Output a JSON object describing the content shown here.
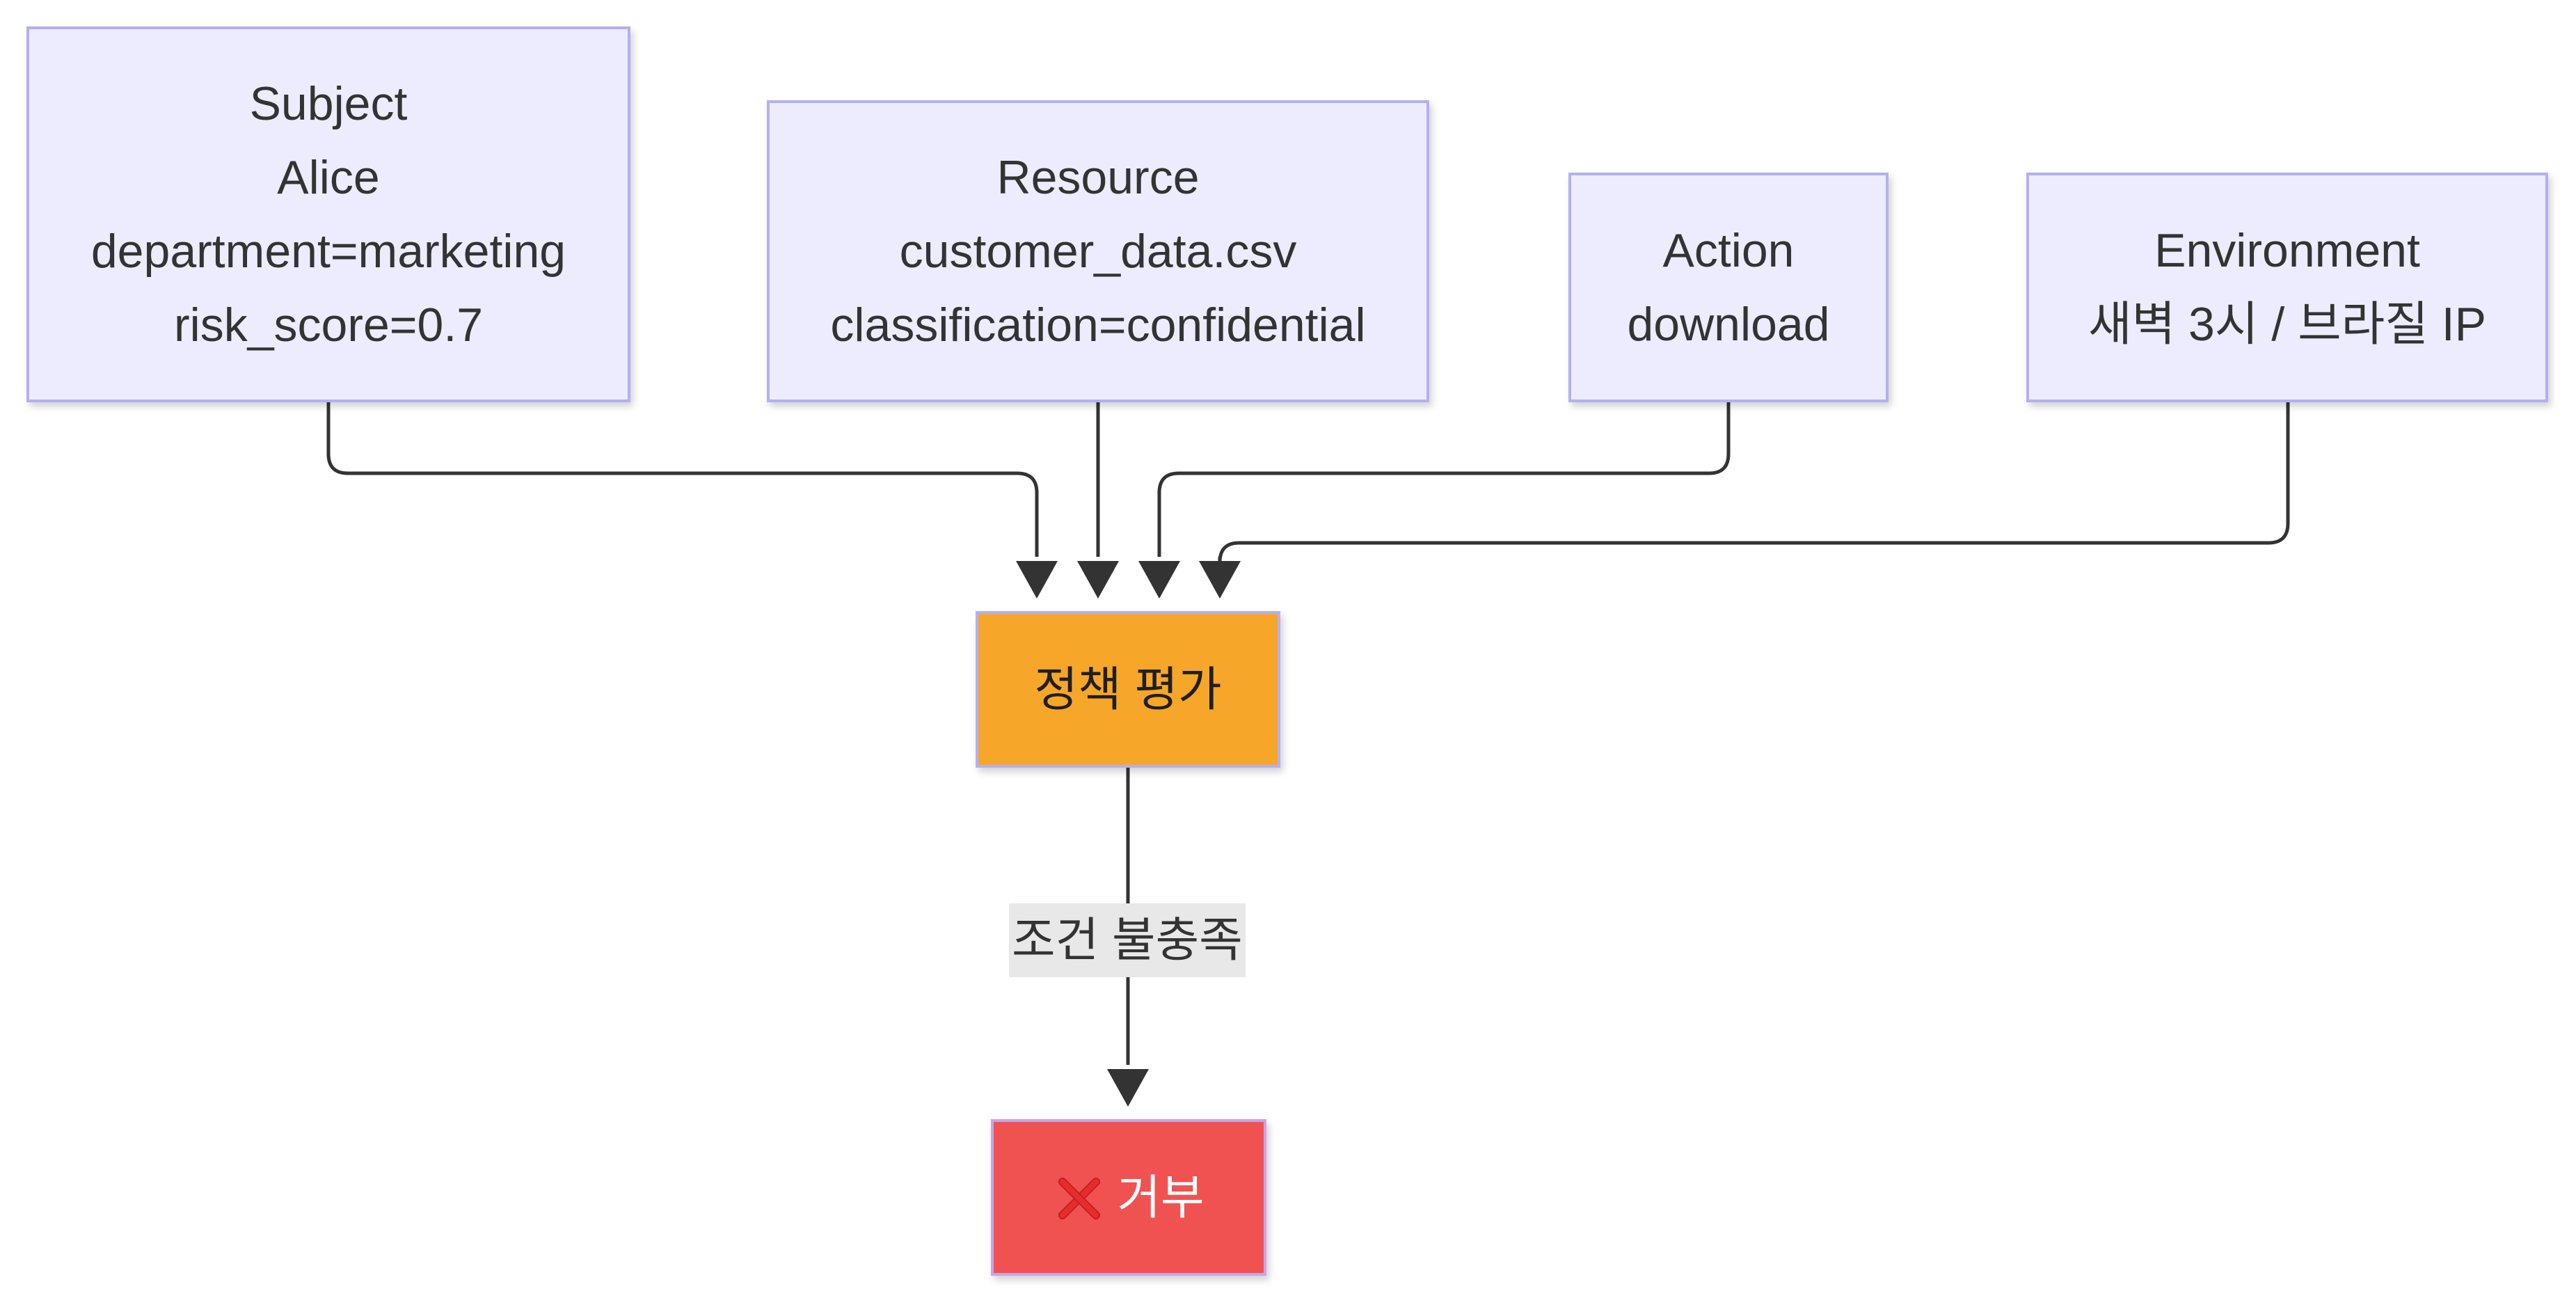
{
  "nodes": {
    "subject": [
      "Subject",
      "Alice",
      "department=marketing",
      "risk_score=0.7"
    ],
    "resource": [
      "Resource",
      "customer_data.csv",
      "classification=confidential"
    ],
    "action": [
      "Action",
      "download"
    ],
    "environment": [
      "Environment",
      "새벽 3시 / 브라질 IP"
    ],
    "policy": "정책 평가",
    "deny": "거부"
  },
  "edge_label": "조건 불충족",
  "icons": {
    "deny": "cross-mark-icon"
  },
  "colors": {
    "input_fill": "#ececfe",
    "input_border": "#b3b0f0",
    "policy_fill": "#f6a628",
    "deny_fill": "#f05252",
    "edge": "#333333"
  }
}
